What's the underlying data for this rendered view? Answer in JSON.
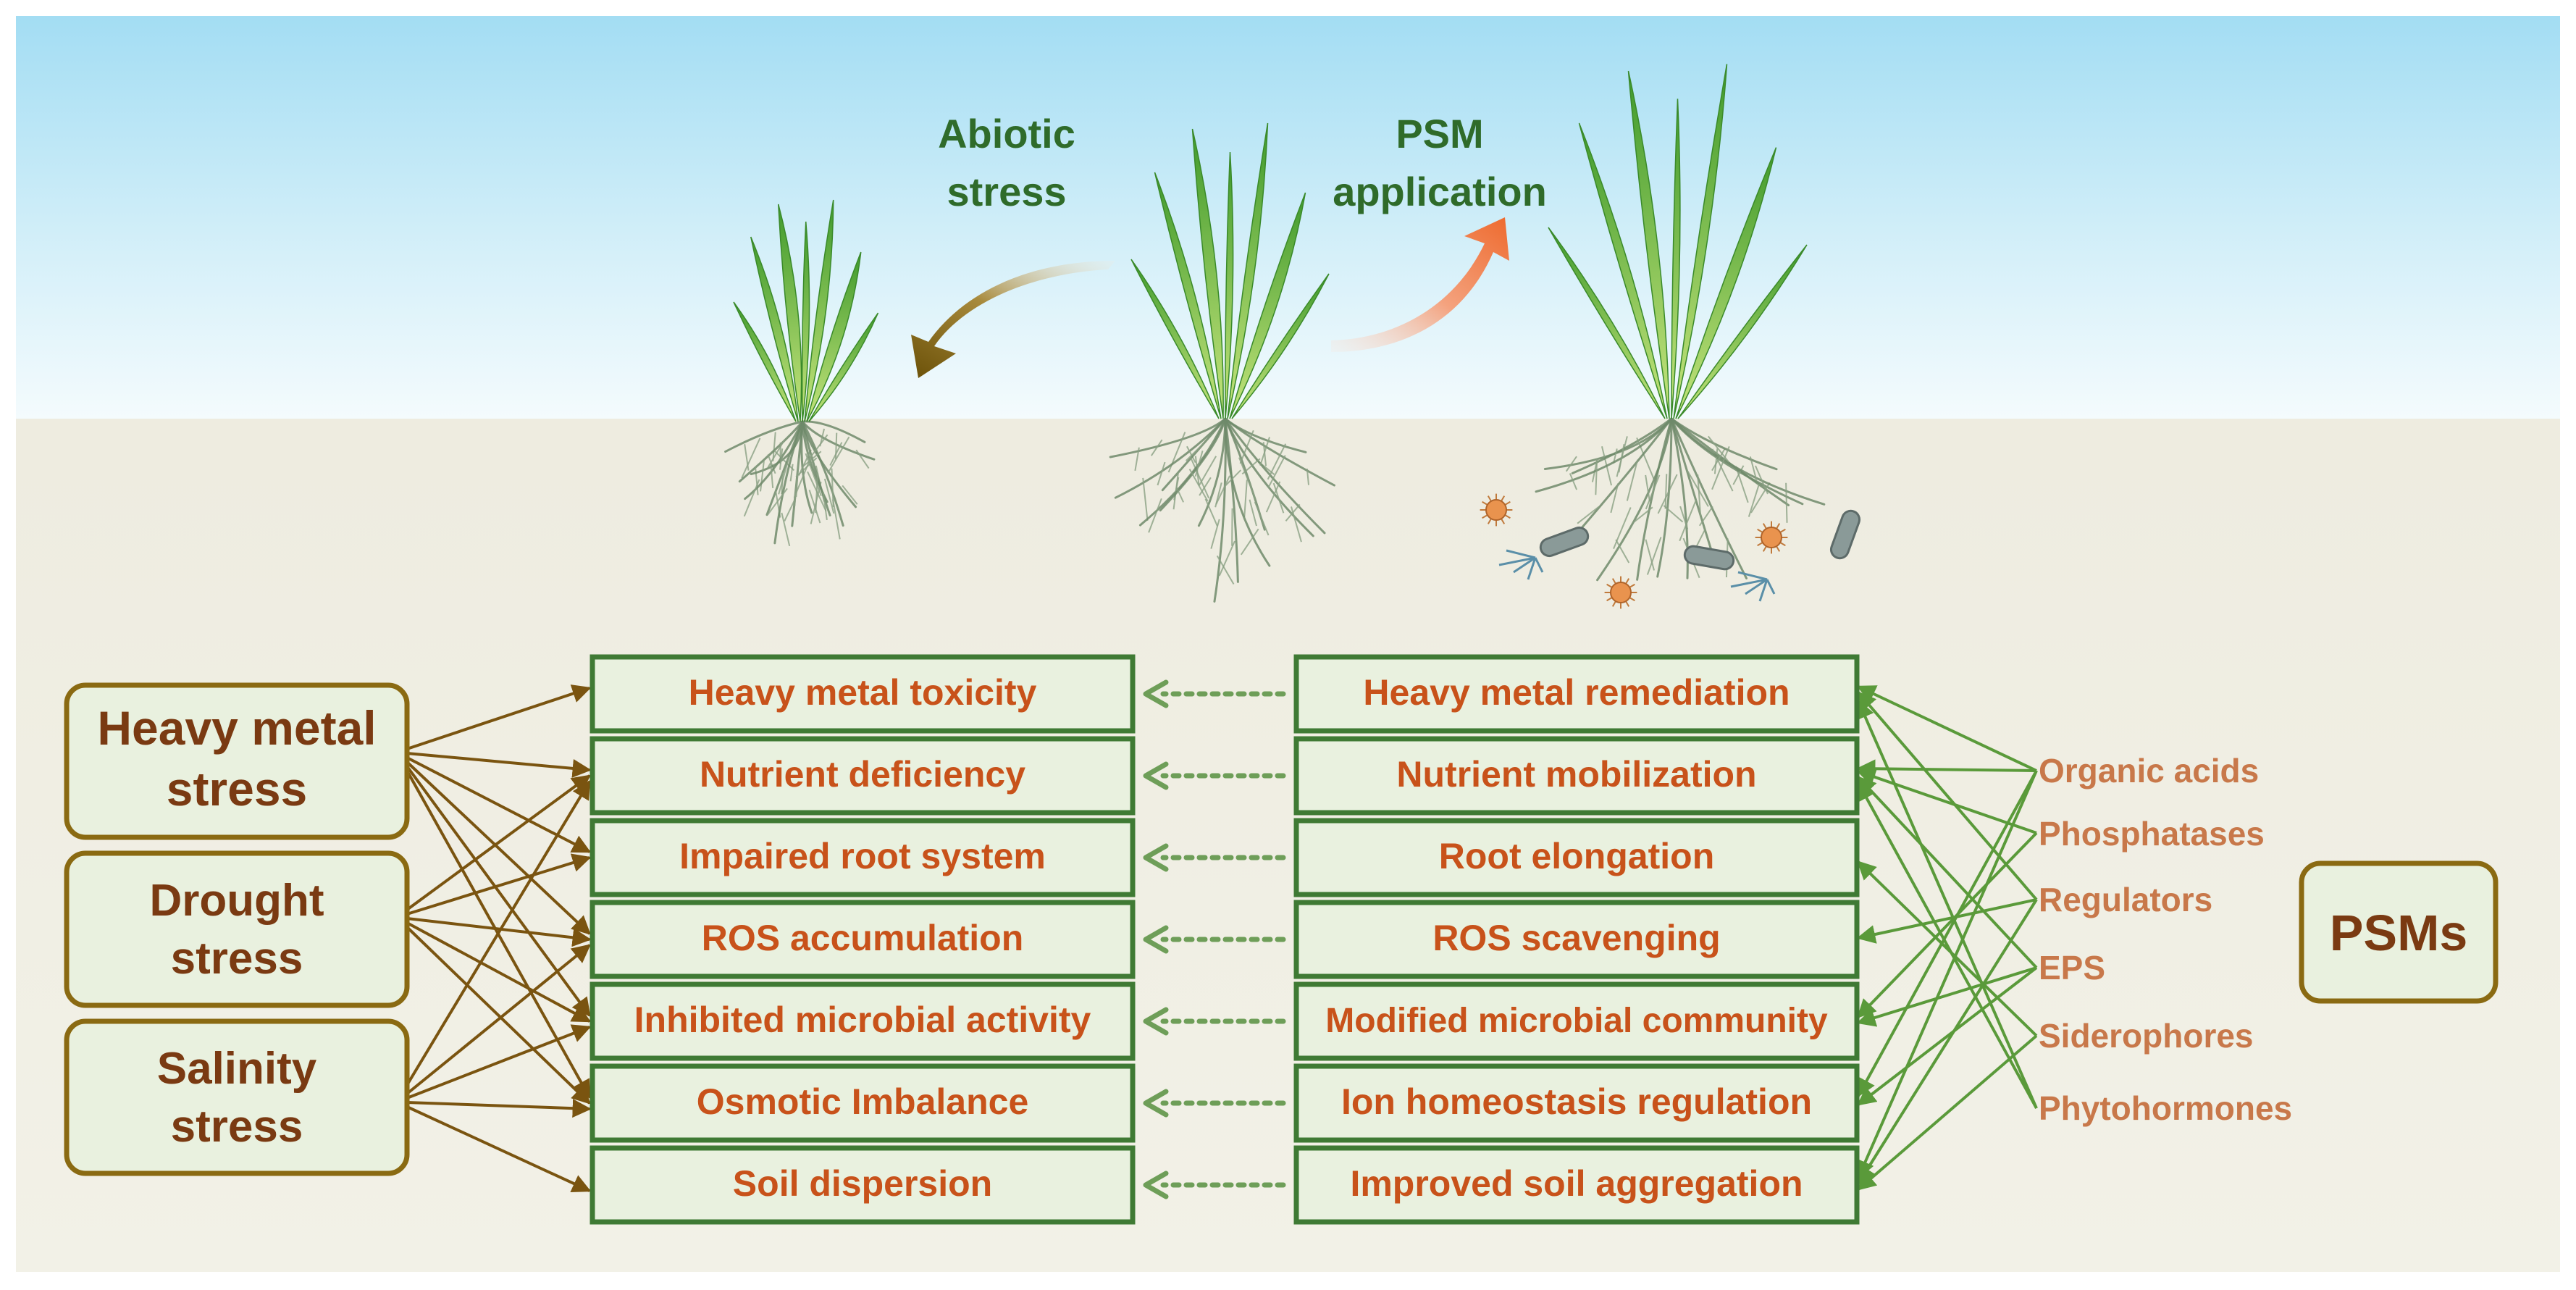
{
  "top": {
    "abiotic_title_line1": "Abiotic",
    "abiotic_title_line2": "stress",
    "psm_title_line1": "PSM",
    "psm_title_line2": "application"
  },
  "stresses": [
    {
      "line1": "Heavy metal",
      "line2": "stress"
    },
    {
      "line1": "Drought",
      "line2": "stress"
    },
    {
      "line1": "Salinity",
      "line2": "stress"
    }
  ],
  "effects": [
    "Heavy metal toxicity",
    "Nutrient deficiency",
    "Impaired root system",
    "ROS accumulation",
    "Inhibited microbial activity",
    "Osmotic Imbalance",
    "Soil dispersion"
  ],
  "remedies": [
    "Heavy metal remediation",
    "Nutrient mobilization",
    "Root elongation",
    "ROS scavenging",
    "Modified microbial community",
    "Ion homeostasis regulation",
    "Improved soil aggregation"
  ],
  "mechanisms": [
    "Organic acids",
    "Phosphatases",
    "Regulators",
    "EPS",
    "Siderophores",
    "Phytohormones"
  ],
  "psm_label": "PSMs",
  "colors": {
    "stress_arrow": "#7a5410",
    "psm_arrow": "#5a9a3a",
    "dotted_arrow": "#6e9e58",
    "box_fill": "#e9f1df",
    "box_border": "#3f7a34",
    "stress_border": "#8a6a12",
    "effect_text": "#c8521a",
    "mechanism_text": "#c8784a"
  }
}
